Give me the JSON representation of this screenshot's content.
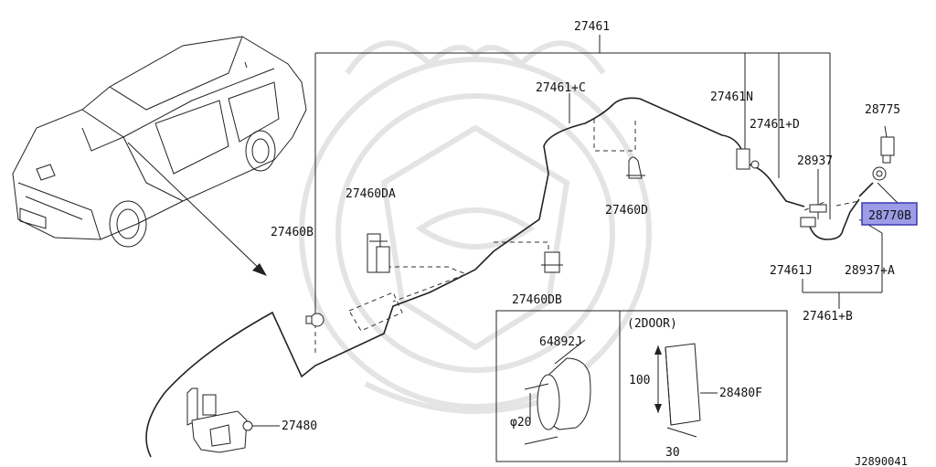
{
  "labels": {
    "l27461": "27461",
    "l27461C": "27461+C",
    "l27461N": "27461N",
    "l27461D": "27461+D",
    "l28775": "28775",
    "l28937": "28937",
    "l28770B": "28770B",
    "l27460B": "27460B",
    "l27460DA": "27460DA",
    "l27460D": "27460D",
    "l27460DB": "27460DB",
    "l27461J": "27461J",
    "l28937A": "28937+A",
    "l27461B": "27461+B",
    "l64892J": "64892J",
    "l2door": "(2DOOR)",
    "l100": "100",
    "l28480F": "28480F",
    "lphi20": "φ20",
    "l30": "30",
    "l27480": "27480",
    "diagramId": "J2890041"
  },
  "colors": {
    "highlight_fill": "#9c9ce8",
    "highlight_stroke": "#3a3ab0",
    "line": "#222222",
    "watermark": "#e4e4e4"
  }
}
